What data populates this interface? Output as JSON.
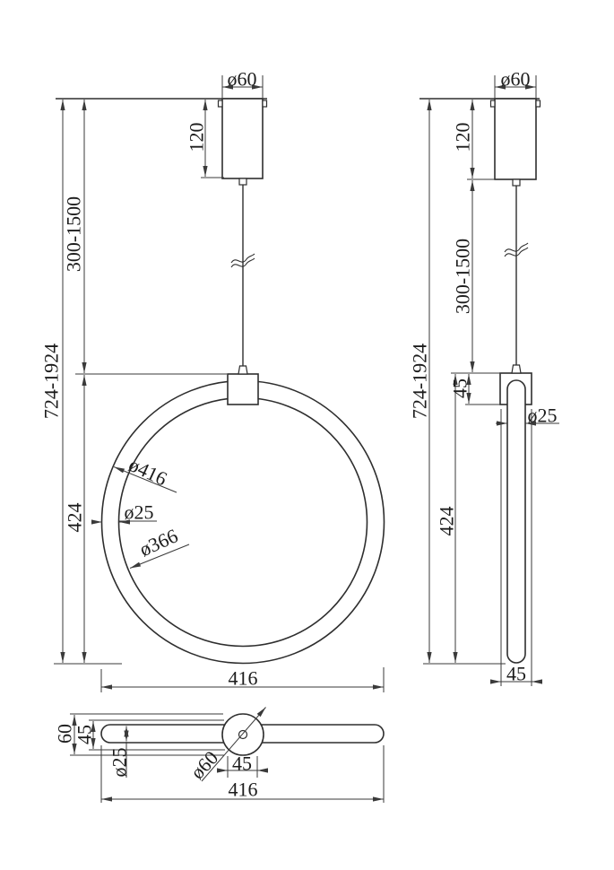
{
  "front_view": {
    "canopy_diameter": "ø60",
    "canopy_height": "120",
    "suspension_length": "300-1500",
    "overall_height": "724-1924",
    "ring_height": "424",
    "outer_diameter": "ø416",
    "tube_diameter": "ø25",
    "inner_diameter": "ø366",
    "overall_width": "416"
  },
  "side_view": {
    "canopy_diameter": "ø60",
    "canopy_height": "120",
    "suspension_length": "300-1500",
    "overall_height": "724-1924",
    "bracket_height": "45",
    "tube_diameter": "ø25",
    "ring_height": "424",
    "bracket_width": "45"
  },
  "bottom_view": {
    "overall_depth": "60",
    "bracket_depth": "45",
    "tube_diameter": "ø25",
    "canopy_diameter": "ø60",
    "bracket_width": "45",
    "overall_width": "416"
  }
}
